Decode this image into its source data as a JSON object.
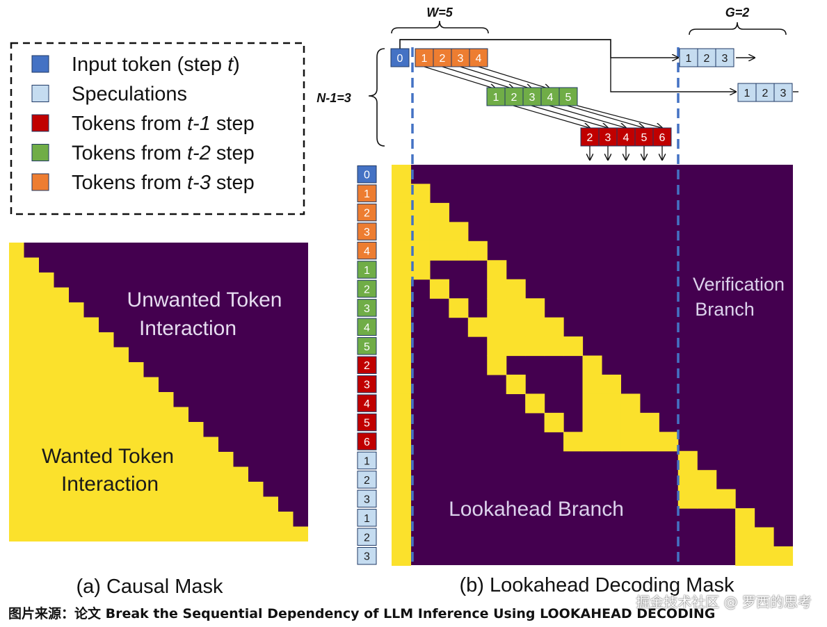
{
  "colors": {
    "purple": "#44004f",
    "yellow": "#fbe12c",
    "input_blue": "#4472c4",
    "spec_blue": "#c5dcf0",
    "red": "#c00000",
    "green": "#70ad47",
    "orange": "#ed7d31",
    "dashed_line": "#4472c4"
  },
  "legend": {
    "items": [
      {
        "color": "input_blue",
        "text": "Input token (step ",
        "italic": "t",
        "suffix": ")"
      },
      {
        "color": "spec_blue",
        "text": "Speculations",
        "italic": "",
        "suffix": ""
      },
      {
        "color": "red",
        "text": "Tokens from ",
        "italic": "t-1",
        "suffix": " step"
      },
      {
        "color": "green",
        "text": "Tokens from ",
        "italic": "t-2",
        "suffix": " step"
      },
      {
        "color": "orange",
        "text": "Tokens from ",
        "italic": "t-3",
        "suffix": " step"
      }
    ]
  },
  "causal": {
    "steps": 20,
    "unwanted_line1": "Unwanted Token",
    "unwanted_line2": "Interaction",
    "wanted_line1": "Wanted Token",
    "wanted_line2": "Interaction",
    "caption": "(a) Causal Mask"
  },
  "lookahead": {
    "row_tokens": [
      {
        "label": "0",
        "color": "input_blue"
      },
      {
        "label": "1",
        "color": "orange"
      },
      {
        "label": "2",
        "color": "orange"
      },
      {
        "label": "3",
        "color": "orange"
      },
      {
        "label": "4",
        "color": "orange"
      },
      {
        "label": "1",
        "color": "green"
      },
      {
        "label": "2",
        "color": "green"
      },
      {
        "label": "3",
        "color": "green"
      },
      {
        "label": "4",
        "color": "green"
      },
      {
        "label": "5",
        "color": "green"
      },
      {
        "label": "2",
        "color": "red"
      },
      {
        "label": "3",
        "color": "red"
      },
      {
        "label": "4",
        "color": "red"
      },
      {
        "label": "5",
        "color": "red"
      },
      {
        "label": "6",
        "color": "red"
      },
      {
        "label": "1",
        "color": "spec_blue"
      },
      {
        "label": "2",
        "color": "spec_blue"
      },
      {
        "label": "3",
        "color": "spec_blue"
      },
      {
        "label": "1",
        "color": "spec_blue"
      },
      {
        "label": "2",
        "color": "spec_blue"
      },
      {
        "label": "3",
        "color": "spec_blue"
      }
    ],
    "verification_line1": "Verification",
    "verification_line2": "Branch",
    "lookahead_label": "Lookahead Branch",
    "caption": "(b) Lookahead Decoding Mask"
  },
  "top_diagram": {
    "w_label": "W=5",
    "g_label": "G=2",
    "n_label": "N-1=3",
    "input_token": "0",
    "orange_tokens": [
      "1",
      "2",
      "3",
      "4"
    ],
    "green_tokens": [
      "1",
      "2",
      "3",
      "4",
      "5"
    ],
    "red_tokens": [
      "2",
      "3",
      "4",
      "5",
      "6"
    ],
    "spec_group_1": [
      "1",
      "2",
      "3"
    ],
    "spec_group_2": [
      "1",
      "2",
      "3"
    ]
  },
  "footer": {
    "caption": "图片来源：论文 Break the Sequential Dependency of LLM Inference Using LOOKAHEAD DECODING",
    "watermark": "掘金技术社区 @ 罗西的思考"
  }
}
